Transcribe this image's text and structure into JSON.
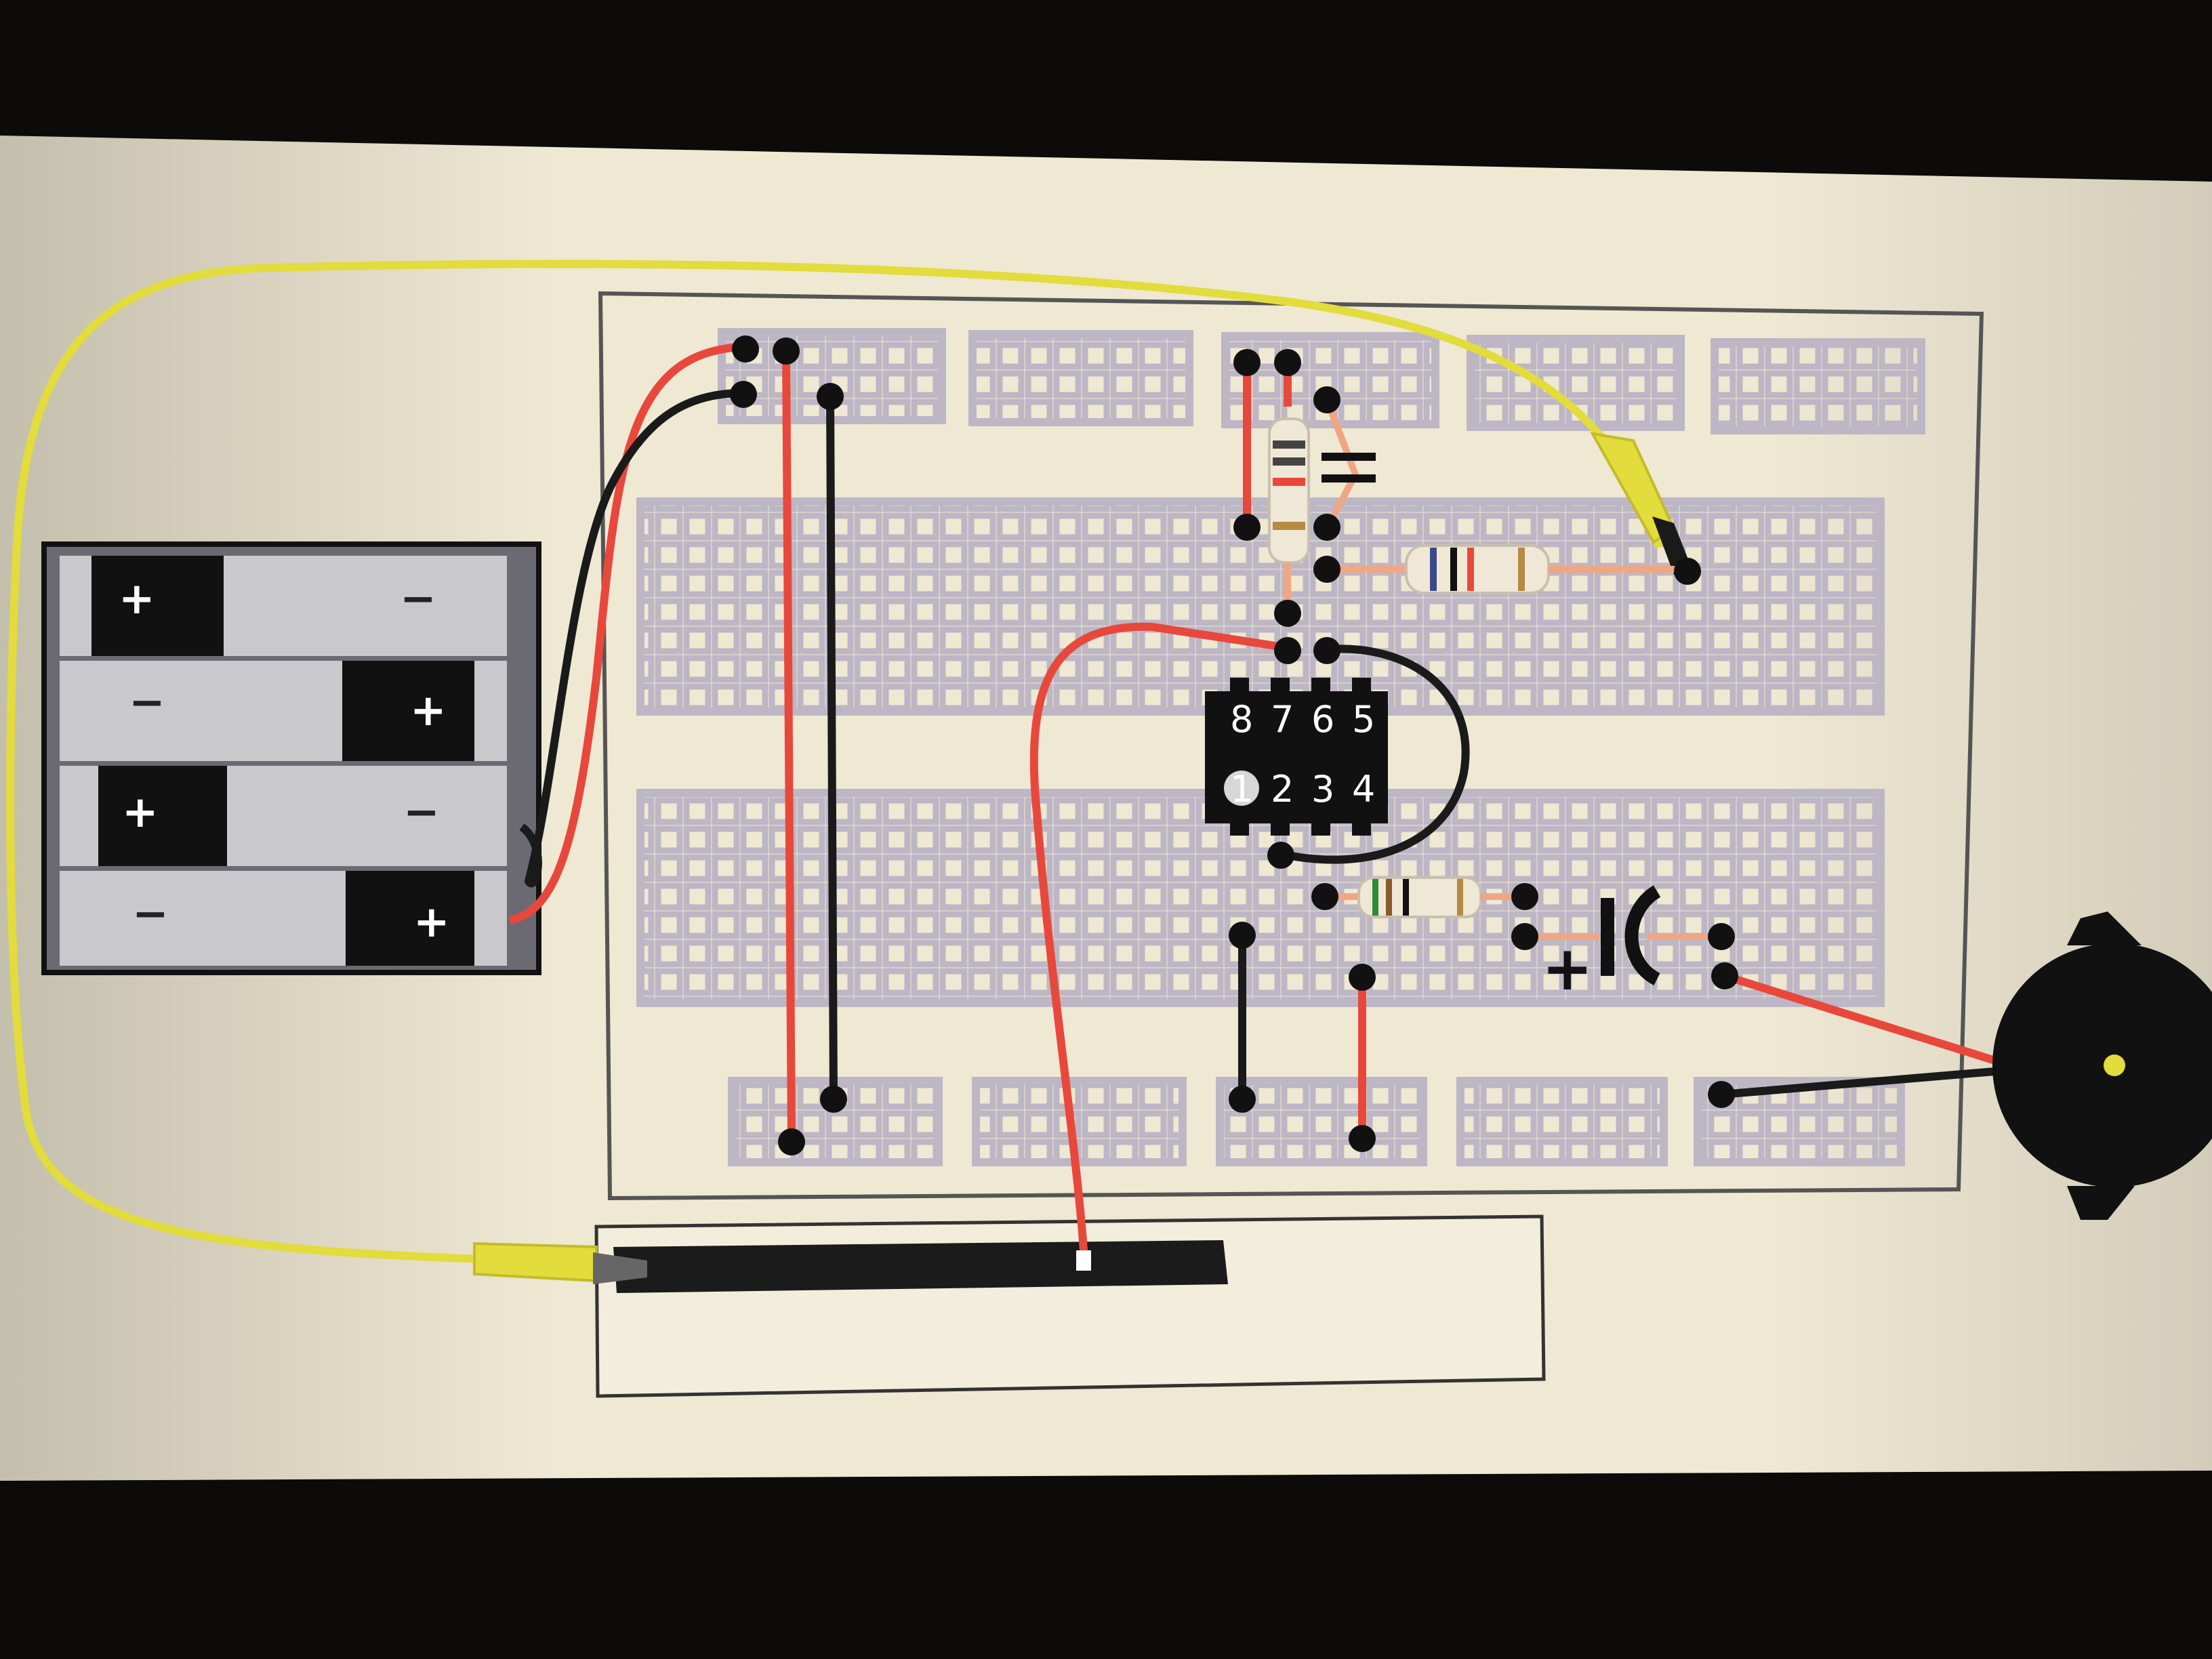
{
  "colors": {
    "screen_background": "#efe8d3",
    "breadboard_hole_grid": "#bdb6c4",
    "wire_red": "#e8483b",
    "wire_black": "#1a1a1a",
    "wire_yellow": "#e2dc3c",
    "jumper_salmon": "#f0a683",
    "chip_body": "#111111"
  },
  "battery_pack": {
    "cells": [
      {
        "left_sign": "+",
        "right_sign": "−"
      },
      {
        "left_sign": "−",
        "right_sign": "+"
      },
      {
        "left_sign": "+",
        "right_sign": "−"
      },
      {
        "left_sign": "−",
        "right_sign": "+"
      }
    ]
  },
  "ic_chip": {
    "top_pins": [
      "8",
      "7",
      "6",
      "5"
    ],
    "bottom_pins": [
      "1",
      "2",
      "3",
      "4"
    ]
  },
  "electrolytic_capacitor": {
    "polarity": "+"
  },
  "icons": [
    "battery-pack-icon",
    "ic-chip-icon",
    "resistor-icon",
    "capacitor-icon",
    "piezo-buzzer-icon",
    "alligator-clip-icon",
    "graphite-strip-icon"
  ]
}
